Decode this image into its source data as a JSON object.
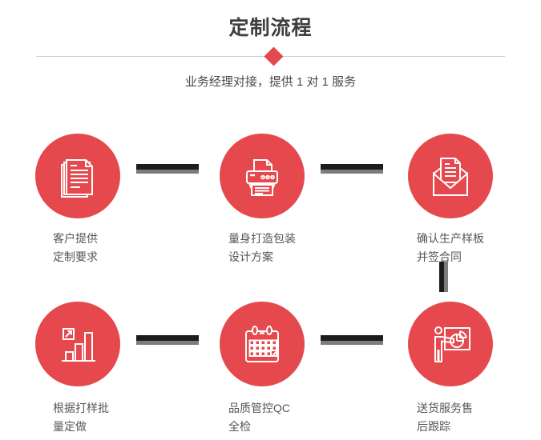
{
  "colors": {
    "accent": "#e5484d",
    "connector_dark": "#1c1c1c",
    "connector_light": "#7c7c7c",
    "divider": "#cfcfcf",
    "title": "#3e3e3e",
    "subtitle": "#4a4a4a",
    "text": "#565656"
  },
  "header": {
    "title": "定制流程",
    "subtitle": "业务经理对接，提供 1 对 1 服务"
  },
  "steps": [
    {
      "icon": "documents-icon",
      "label_line1": "客户提供",
      "label_line2": "定制要求"
    },
    {
      "icon": "printer-icon",
      "label_line1": "量身打造包装",
      "label_line2": "设计方案"
    },
    {
      "icon": "envelope-icon",
      "label_line1": "确认生产样板",
      "label_line2": "并签合同"
    },
    {
      "icon": "bar-chart-icon",
      "label_line1": "根据打样批",
      "label_line2": "量定做"
    },
    {
      "icon": "calendar-icon",
      "label_line1": "品质管控QC",
      "label_line2": "全检"
    },
    {
      "icon": "presentation-icon",
      "label_line1": "送货服务售",
      "label_line2": "后跟踪"
    }
  ]
}
